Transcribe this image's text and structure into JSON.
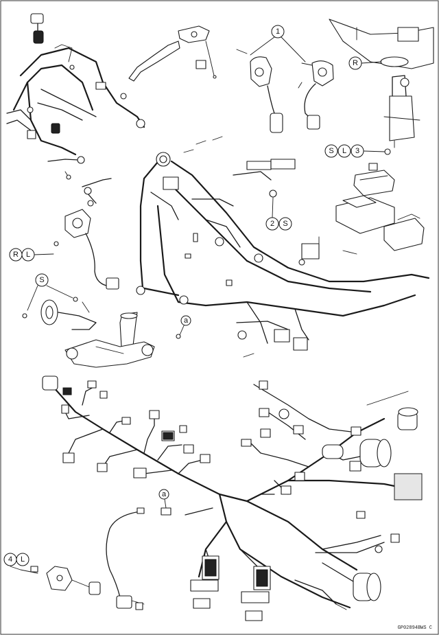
{
  "figure_code": "GP02894BWS C",
  "callouts": {
    "ref_1": "1",
    "ref_R_top": "R",
    "ref_S_sl3": "S",
    "ref_L_sl3": "L",
    "ref_3": "3",
    "ref_2": "2",
    "ref_S_2s": "S",
    "ref_R_rl": "R",
    "ref_L_rl": "L",
    "ref_S_horn": "S",
    "ref_a_frame": "a",
    "ref_a_harness": "a",
    "ref_4": "4",
    "ref_L_4l": "L"
  }
}
